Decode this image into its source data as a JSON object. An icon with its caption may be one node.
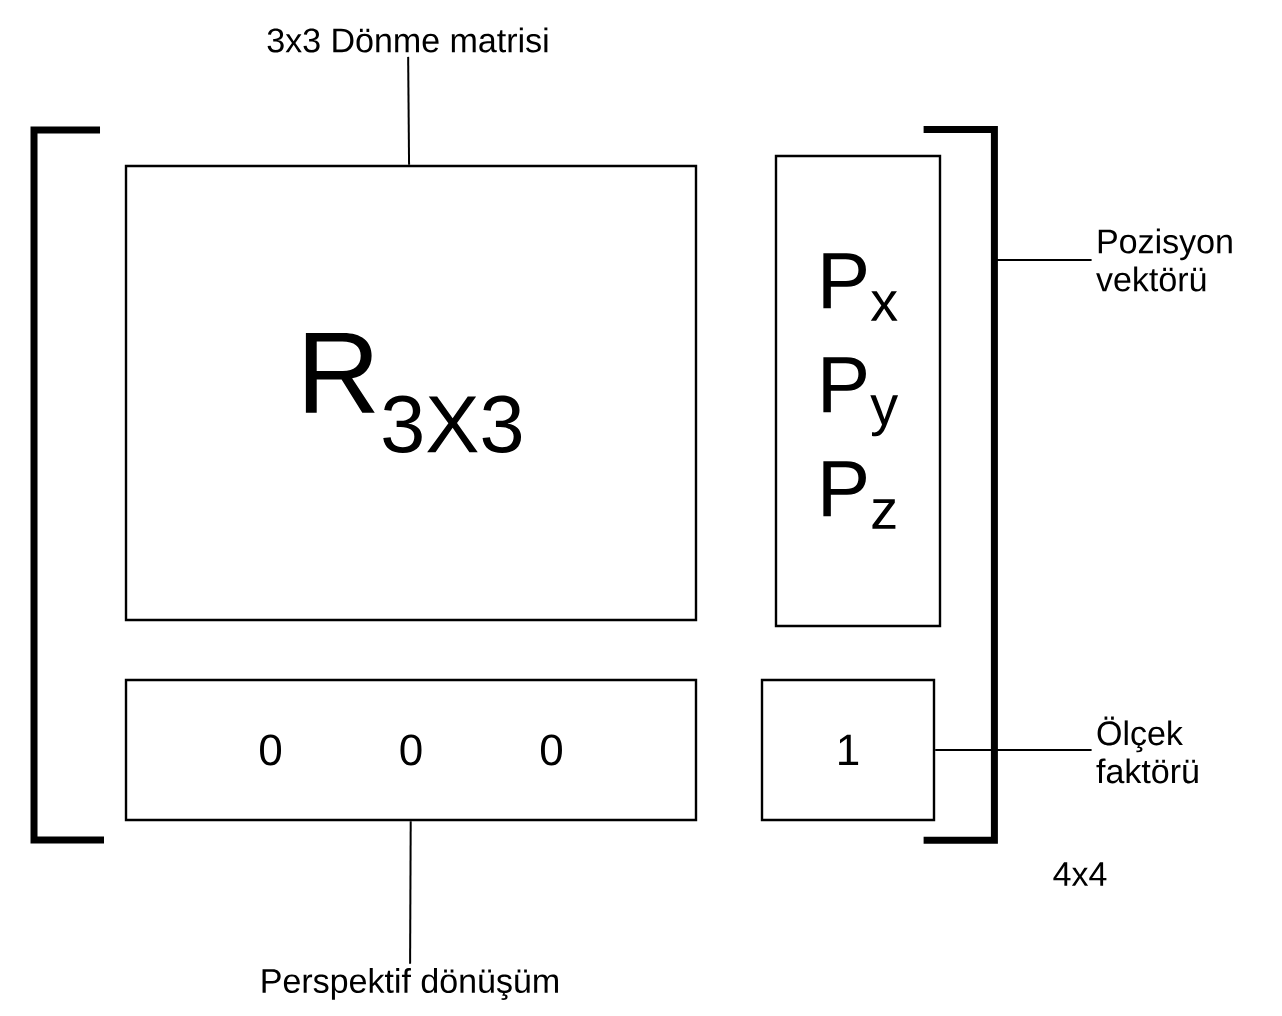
{
  "diagram": {
    "nodes": [
      {
        "text": [
          "3x3 Dönme matrisi"
        ]
      },
      {
        "text": [
          "R$_{3X3}$"
        ]
      },
      {
        "text": [
          "P$_{x}$",
          "P$_{y}$",
          "P$_{z}$"
        ]
      },
      {
        "text": [
          "0",
          "0",
          "0"
        ]
      },
      {
        "text": [
          "1"
        ]
      },
      {
        "text": [
          "Pozisyon vektörü"
        ]
      },
      {
        "text": [
          "Ölçek faktörü"
        ]
      },
      {
        "text": [
          "Perspektif dönüşüm"
        ]
      },
      {
        "text": [],
        "shape": "bracket"
      }
    ],
    "edges": [
      {
        "from": 0,
        "to": 1,
        "arrow": "none"
      },
      {
        "from": 5,
        "to": 8,
        "arrow": "none"
      },
      {
        "from": 6,
        "to": 4,
        "arrow": "none"
      },
      {
        "from": 7,
        "to": 3,
        "arrow": "none"
      }
    ],
    "labels": [
      "4x4"
    ]
  }
}
